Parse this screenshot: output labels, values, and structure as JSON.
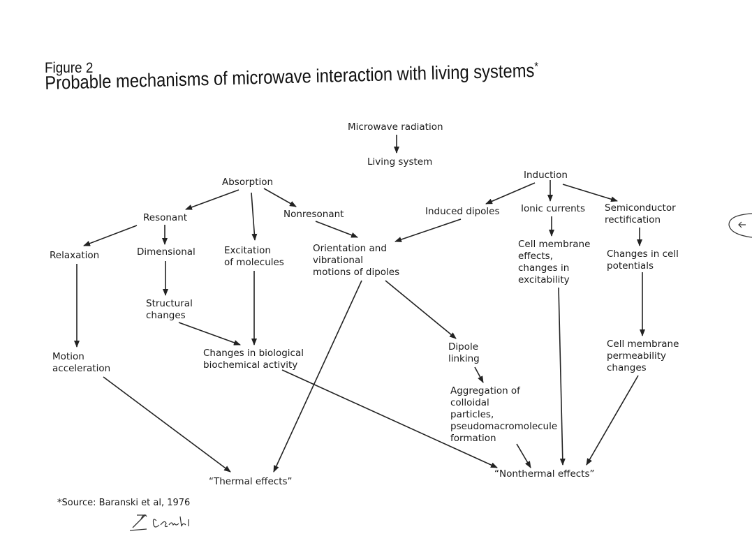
{
  "figure": {
    "label": "Figure 2",
    "title": "Probable mechanisms of microwave interaction with living systems",
    "title_mark": "*"
  },
  "nodes": {
    "microwave_radiation": [
      "Microwave radiation"
    ],
    "living_system": [
      "Living system"
    ],
    "absorption": [
      "Absorption"
    ],
    "induction": [
      "Induction"
    ],
    "resonant": [
      "Resonant"
    ],
    "nonresonant": [
      "Nonresonant"
    ],
    "induced_dipoles": [
      "Induced dipoles"
    ],
    "ionic_currents": [
      "Ionic currents"
    ],
    "semiconductor_rectification": [
      "Semiconductor",
      "rectification"
    ],
    "relaxation": [
      "Relaxation"
    ],
    "dimensional": [
      "Dimensional"
    ],
    "excitation_of_molecules": [
      "Excitation",
      "of molecules"
    ],
    "orientation_vibrational": [
      "Orientation and",
      "vibrational",
      "motions of dipoles"
    ],
    "cell_membrane_effects": [
      "Cell membrane",
      "effects,",
      "changes in",
      "excitability"
    ],
    "changes_in_cell_potentials": [
      "Changes in cell",
      "potentials"
    ],
    "structural_changes": [
      "Structural",
      "changes"
    ],
    "motion_acceleration": [
      "Motion",
      "acceleration"
    ],
    "changes_biological_activity": [
      "Changes in biological",
      "biochemical activity"
    ],
    "dipole_linking": [
      "Dipole",
      "linking"
    ],
    "cell_membrane_permeability": [
      "Cell membrane",
      "permeability",
      "changes"
    ],
    "aggregation_colloidal": [
      "Aggregation of",
      "colloidal",
      "particles,",
      "pseudomacromolecule",
      "formation"
    ],
    "thermal_effects": [
      "“Thermal effects”"
    ],
    "nonthermal_effects": [
      "“Nonthermal effects”"
    ]
  },
  "edges": [
    [
      "microwave_radiation",
      "living_system"
    ],
    [
      "absorption",
      "resonant"
    ],
    [
      "absorption",
      "excitation_of_molecules"
    ],
    [
      "absorption",
      "nonresonant"
    ],
    [
      "induction",
      "induced_dipoles"
    ],
    [
      "induction",
      "ionic_currents"
    ],
    [
      "induction",
      "semiconductor_rectification"
    ],
    [
      "resonant",
      "relaxation"
    ],
    [
      "resonant",
      "dimensional"
    ],
    [
      "nonresonant",
      "orientation_vibrational"
    ],
    [
      "induced_dipoles",
      "orientation_vibrational"
    ],
    [
      "ionic_currents",
      "cell_membrane_effects"
    ],
    [
      "semiconductor_rectification",
      "changes_in_cell_potentials"
    ],
    [
      "dimensional",
      "structural_changes"
    ],
    [
      "structural_changes",
      "changes_biological_activity"
    ],
    [
      "excitation_of_molecules",
      "changes_biological_activity"
    ],
    [
      "relaxation",
      "motion_acceleration"
    ],
    [
      "orientation_vibrational",
      "dipole_linking"
    ],
    [
      "orientation_vibrational",
      "thermal_effects"
    ],
    [
      "changes_in_cell_potentials",
      "cell_membrane_permeability"
    ],
    [
      "dipole_linking",
      "aggregation_colloidal"
    ],
    [
      "motion_acceleration",
      "thermal_effects"
    ],
    [
      "changes_biological_activity",
      "nonthermal_effects"
    ],
    [
      "aggregation_colloidal",
      "nonthermal_effects"
    ],
    [
      "cell_membrane_effects",
      "nonthermal_effects"
    ],
    [
      "cell_membrane_permeability",
      "nonthermal_effects"
    ]
  ],
  "source_note": "*Source: Baranski et al, 1976"
}
